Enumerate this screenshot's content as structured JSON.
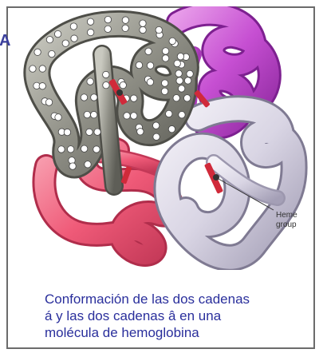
{
  "panel_letter": "A",
  "callout": {
    "line1": "Heme",
    "line2": "group"
  },
  "caption": [
    "Conformación de las dos cadenas",
    "á y las dos cadenas  â  en una",
    " molécula de hemoglobina"
  ],
  "colors": {
    "alpha1_gray": "#8f8f86",
    "beta1_magenta": "#c64fd2",
    "alpha2_red": "#ef5a78",
    "beta2_lavender": "#d9d5e4",
    "heme": "#d02a3a",
    "caption_text": "#2a2f9c"
  }
}
